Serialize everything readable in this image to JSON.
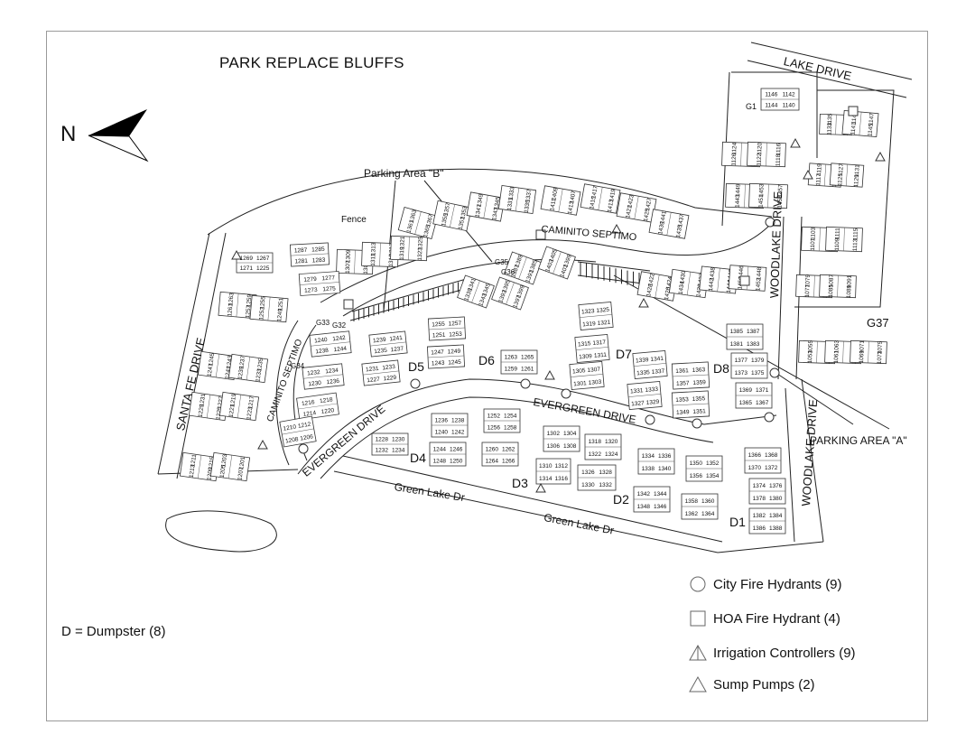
{
  "title": "PARK REPLACE BLUFFS",
  "north": "N",
  "streets": {
    "lake_drive": "LAKE DRIVE",
    "woodlake_drive_north": "WOODLAKE DRIVE",
    "woodlake_drive_south": "WOODLAKE DRIVE",
    "santa_fe_drive": "SANTA FE DRIVE",
    "caminito_septimo_top": "CAMINITO SEPTIMO",
    "caminito_septimo_left": "CAMINITO SEPTIMO",
    "evergreen_drive_left": "EVERGREEN DRIVE",
    "evergreen_drive_center": "EVERGREEN DRIVE",
    "green_lake_dr_left": "Green Lake Dr",
    "green_lake_dr_right": "Green Lake Dr"
  },
  "annotations": {
    "fence": "Fence",
    "parking_b": "Parking Area \"B\"",
    "parking_a": "PARKING AREA \"A\""
  },
  "dumpsters": [
    "D1",
    "D2",
    "D3",
    "D4",
    "D5",
    "D6",
    "D7",
    "D8"
  ],
  "g_labels": [
    "G1",
    "G32",
    "G33",
    "G34",
    "G35",
    "G36",
    "G37"
  ],
  "units": {
    "b1142": [
      "1146",
      "1142",
      "1144",
      "1140"
    ],
    "b1130": [
      "1133",
      "1135",
      "1137",
      "1139"
    ],
    "b1141": [
      "1141",
      "1143",
      "1145",
      "1147"
    ],
    "b1128": [
      "1126",
      "1124",
      "1128",
      "1130"
    ],
    "b1118": [
      "1122",
      "1120",
      "1118",
      "1116"
    ],
    "b1119": [
      "1117",
      "1119",
      "1121",
      "1123"
    ],
    "b1125": [
      "1125",
      "1127",
      "1129",
      "1131"
    ],
    "b1443": [
      "1443",
      "1449",
      "1445",
      "1447"
    ],
    "b1461": [
      "1451",
      "1453",
      "1455",
      "1457"
    ],
    "b1101": [
      "1101",
      "1103",
      "1105",
      "1107"
    ],
    "b1109": [
      "1109",
      "1111",
      "1113",
      "1115"
    ],
    "b1077": [
      "1077",
      "1079",
      "1081",
      "1083"
    ],
    "b1085": [
      "1085",
      "1087",
      "1089",
      "1091"
    ],
    "b1053": [
      "1053",
      "1055",
      "1057",
      "1059"
    ],
    "b1061": [
      "1061",
      "1063",
      "1065",
      "1067"
    ],
    "b1069": [
      "1069",
      "1071",
      "1073",
      "1075"
    ],
    "b1269": [
      "1269",
      "1267",
      "1271",
      "1225"
    ],
    "b1287": [
      "1287",
      "1285",
      "1281",
      "1283"
    ],
    "b1307": [
      "1307",
      "1309",
      "1303",
      "1305"
    ],
    "b1311": [
      "1311",
      "1313",
      "1315",
      "1317"
    ],
    "b1319": [
      "1319",
      "1321",
      "1323",
      "1325"
    ],
    "b1279": [
      "1279",
      "1277",
      "1273",
      "1275"
    ],
    "b1261": [
      "1261",
      "1263",
      "1257",
      "1259"
    ],
    "b1253": [
      "1253",
      "1255",
      "1249",
      "1251"
    ],
    "b1247": [
      "1247",
      "1245",
      "1241",
      "1243"
    ],
    "b1239": [
      "1239",
      "1237",
      "1233",
      "1235"
    ],
    "b1229": [
      "1229",
      "1231",
      "1225",
      "1227"
    ],
    "b1221": [
      "1221",
      "1219",
      "1223",
      "1217"
    ],
    "b1213": [
      "1213",
      "1211",
      "1209",
      "1215"
    ],
    "b1205": [
      "1205",
      "1203",
      "1207",
      "1201"
    ],
    "b1240": [
      "1240",
      "1242",
      "1238",
      "1244"
    ],
    "b1232": [
      "1232",
      "1234",
      "1230",
      "1236"
    ],
    "b1216": [
      "1216",
      "1218",
      "1214",
      "1220"
    ],
    "b1210": [
      "1210",
      "1212",
      "1208",
      "1206"
    ],
    "b1239b": [
      "1239",
      "1241",
      "1235",
      "1237"
    ],
    "b1231b": [
      "1231",
      "1233",
      "1227",
      "1229"
    ],
    "b1255": [
      "1255",
      "1257",
      "1251",
      "1253"
    ],
    "b1247b": [
      "1247",
      "1249",
      "1243",
      "1245"
    ],
    "b1263": [
      "1263",
      "1265",
      "1259",
      "1261"
    ],
    "b1228": [
      "1228",
      "1230",
      "1232",
      "1234"
    ],
    "b1236": [
      "1236",
      "1238",
      "1240",
      "1242"
    ],
    "b1244": [
      "1244",
      "1246",
      "1248",
      "1250"
    ],
    "b1252": [
      "1252",
      "1254",
      "1256",
      "1258"
    ],
    "b1260": [
      "1260",
      "1262",
      "1264",
      "1266"
    ],
    "b1302": [
      "1302",
      "1304",
      "1306",
      "1308"
    ],
    "b1318": [
      "1318",
      "1320",
      "1322",
      "1324"
    ],
    "b1310": [
      "1310",
      "1312",
      "1314",
      "1316"
    ],
    "b1326": [
      "1326",
      "1328",
      "1330",
      "1332"
    ],
    "b1323": [
      "1323",
      "1325",
      "1319",
      "1321"
    ],
    "b1315": [
      "1315",
      "1317",
      "1309",
      "1311"
    ],
    "b1305": [
      "1305",
      "1307",
      "1301",
      "1303"
    ],
    "b1339": [
      "1339",
      "1341",
      "1335",
      "1337"
    ],
    "b1331": [
      "1331",
      "1333",
      "1327",
      "1329"
    ],
    "b1361": [
      "1361",
      "1363",
      "1357",
      "1359"
    ],
    "b1353": [
      "1353",
      "1355",
      "1349",
      "1351"
    ],
    "b1385": [
      "1385",
      "1387",
      "1381",
      "1383"
    ],
    "b1377": [
      "1377",
      "1379",
      "1373",
      "1375"
    ],
    "b1369": [
      "1369",
      "1371",
      "1365",
      "1367"
    ],
    "b1334": [
      "1334",
      "1336",
      "1338",
      "1340"
    ],
    "b1342": [
      "1342",
      "1344",
      "1348",
      "1346"
    ],
    "b1350": [
      "1350",
      "1352",
      "1356",
      "1354"
    ],
    "b1358": [
      "1358",
      "1360",
      "1362",
      "1364"
    ],
    "b1366": [
      "1366",
      "1368",
      "1370",
      "1372"
    ],
    "b1374": [
      "1374",
      "1376",
      "1378",
      "1380"
    ],
    "b1382": [
      "1382",
      "1384",
      "1386",
      "1388"
    ],
    "b1411": [
      "1411",
      "1409",
      "1413",
      "1407"
    ],
    "b1415": [
      "1415",
      "1417",
      "1413",
      "1419"
    ],
    "b1421": [
      "1421",
      "1423",
      "1425",
      "1427"
    ],
    "b1439": [
      "1439",
      "1441",
      "1435",
      "1437"
    ],
    "b1428": [
      "1428",
      "1422",
      "1426",
      "1424"
    ],
    "b1434": [
      "1434",
      "1430",
      "1436",
      "1432"
    ],
    "b1442": [
      "1442",
      "1438",
      "1444",
      "1440"
    ],
    "b1450": [
      "1450",
      "1446",
      "1452",
      "1448"
    ],
    "b1361t": [
      "1361",
      "1363",
      "1365",
      "1367"
    ],
    "b1355": [
      "1355",
      "1357",
      "1351",
      "1353"
    ],
    "b1347": [
      "1347",
      "1349",
      "1343",
      "1345"
    ],
    "b1331t": [
      "1331",
      "1333",
      "1335",
      "1337"
    ],
    "b1339t": [
      "1339",
      "1341",
      "1343",
      "1345"
    ],
    "b1393": [
      "1393",
      "1395",
      "1397",
      "1399"
    ],
    "b1387": [
      "1387",
      "1389",
      "1391",
      "1385"
    ],
    "b1403": [
      "1403",
      "1405",
      "1401",
      "1399"
    ]
  },
  "legend": {
    "city_hydrants": "City Fire Hydrants (9)",
    "hoa_hydrants": "HOA Fire Hydrant (4)",
    "irrigation": "Irrigation Controllers (9)",
    "sump_pumps": "Sump Pumps (2)",
    "dumpster_note": "D = Dumpster (8)"
  }
}
